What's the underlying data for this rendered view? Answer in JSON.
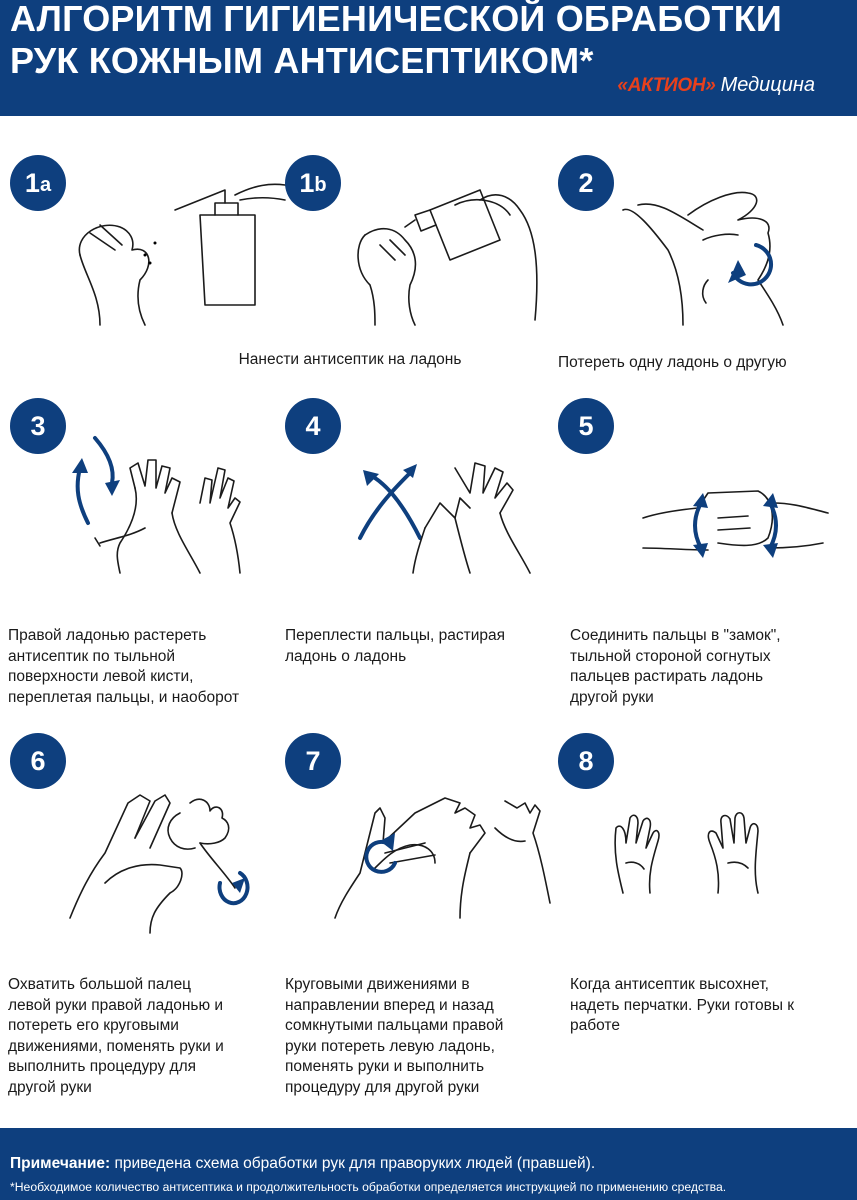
{
  "header": {
    "title_line1": "АЛГОРИТМ ГИГИЕНИЧЕСКОЙ ОБРАБОТКИ",
    "title_line2": "РУК КОЖНЫМ АНТИСЕПТИКОМ*",
    "logo_brand": "«АКТИОН»",
    "logo_sub": "Медицина"
  },
  "colors": {
    "primary": "#0e3f7e",
    "brand_red": "#e8401c"
  },
  "steps": [
    {
      "badge": "1",
      "badge_sub": "a",
      "caption": ""
    },
    {
      "badge": "1",
      "badge_sub": "b",
      "caption": "Нанести антисептик на ладонь"
    },
    {
      "badge": "2",
      "badge_sub": "",
      "caption": "Потереть одну ладонь о другую"
    },
    {
      "badge": "3",
      "badge_sub": "",
      "caption_lines": [
        "Правой ладонью растереть",
        "антисептик по тыльной",
        "поверхности левой кисти,",
        "переплетая пальцы, и наоборот"
      ]
    },
    {
      "badge": "4",
      "badge_sub": "",
      "caption_lines": [
        "Переплести пальцы, растирая",
        "ладонь о ладонь"
      ]
    },
    {
      "badge": "5",
      "badge_sub": "",
      "caption_lines": [
        "Соединить пальцы в \"замок\",",
        "тыльной стороной согнутых",
        "пальцев растирать ладонь",
        "другой руки"
      ]
    },
    {
      "badge": "6",
      "badge_sub": "",
      "caption_lines": [
        "Охватить большой палец",
        "левой руки правой ладонью и",
        "потереть его круговыми",
        "движениями, поменять руки и",
        "выполнить процедуру для",
        "другой руки"
      ]
    },
    {
      "badge": "7",
      "badge_sub": "",
      "caption_lines": [
        "Круговыми движениями в",
        "направлении вперед и назад",
        "сомкнутыми пальцами правой",
        "руки потереть левую ладонь,",
        "поменять руки и выполнить",
        "процедуру для другой руки"
      ]
    },
    {
      "badge": "8",
      "badge_sub": "",
      "caption_lines": [
        "Когда антисептик высохнет,",
        "надеть перчатки. Руки готовы к",
        "работе"
      ]
    }
  ],
  "footer": {
    "note_label": "Примечание:",
    "note_text": " приведена схема обработки рук для праворуких людей (правшей).",
    "footnote": "*Необходимое количество антисептика и продолжительность обработки определяется инструкцией по применению средства."
  }
}
